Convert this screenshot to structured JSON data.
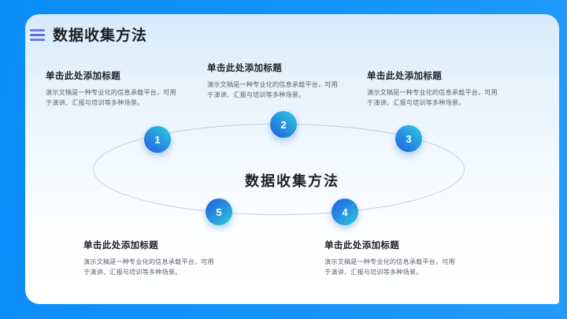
{
  "slide": {
    "title": "数据收集方法",
    "menu_icon": "hamburger-menu-icon",
    "background_color": "#0d8bf5",
    "panel_color": "#e2f0fc"
  },
  "diagram": {
    "center_label": "数据收集方法",
    "accent_color_start": "#2ec6e6",
    "accent_color_end": "#2463de",
    "ring_color": "#b9c4cf",
    "nodes": [
      {
        "number": "1",
        "position": "left-upper"
      },
      {
        "number": "2",
        "position": "top-center"
      },
      {
        "number": "3",
        "position": "right-upper"
      },
      {
        "number": "4",
        "position": "right-lower"
      },
      {
        "number": "5",
        "position": "left-lower"
      }
    ],
    "blocks": [
      {
        "node": "1",
        "title": "单击此处添加标题",
        "body_line1": "演示文稿是一种专业化的信息承载平台，可用",
        "body_line2": "于演讲、汇报与培训等多种场景。"
      },
      {
        "node": "2",
        "title": "单击此处添加标题",
        "body_line1": "演示文稿是一种专业化的信息承载平台，可用",
        "body_line2": "于演讲、汇报与培训等多种场景。"
      },
      {
        "node": "3",
        "title": "单击此处添加标题",
        "body_line1": "演示文稿是一种专业化的信息承载平台，可用",
        "body_line2": "于演讲、汇报与培训等多种场景。"
      },
      {
        "node": "4",
        "title": "单击此处添加标题",
        "body_line1": "演示文稿是一种专业化的信息承载平台，可用",
        "body_line2": "于演讲、汇报与培训等多种场景。"
      },
      {
        "node": "5",
        "title": "单击此处添加标题",
        "body_line1": "演示文稿是一种专业化的信息承载平台，可用",
        "body_line2": "于演讲、汇报与培训等多种场景。"
      }
    ]
  }
}
